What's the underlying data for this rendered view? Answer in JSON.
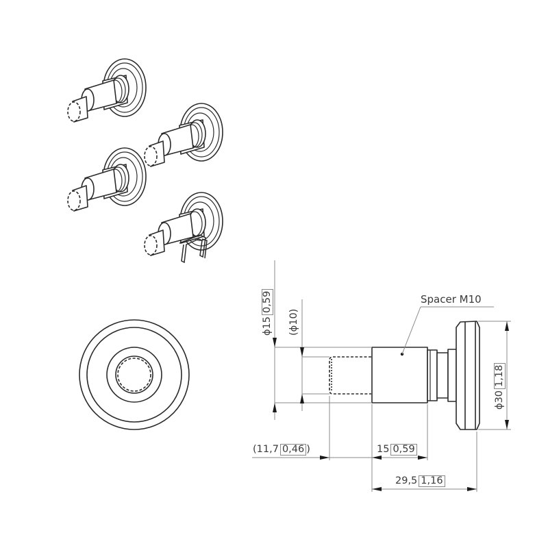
{
  "drawing": {
    "title": "Spacer M10 technical drawing",
    "part_label": "Spacer M10",
    "iso_views_count": 4,
    "dimensions": {
      "d15": {
        "text": "ϕ15",
        "bracket": "0,59",
        "description": "spacer body diameter"
      },
      "d10": {
        "text": "(ϕ10)",
        "description": "reference thread diameter"
      },
      "d30": {
        "text": "ϕ30",
        "bracket": "1,18",
        "description": "flange diameter"
      },
      "len_11_7": {
        "text": "(11,7",
        "bracket": "0,46",
        "suffix": ")",
        "description": "thread stub length (reference)"
      },
      "len_15": {
        "text": "15",
        "bracket": "0,59",
        "description": "spacer body length"
      },
      "len_29_5": {
        "text": "29,5",
        "bracket": "1,16",
        "description": "overall length"
      }
    },
    "colors": {
      "line": "#2a2a2a",
      "dimension_line": "#8a8a8a",
      "text": "#3a3a3a",
      "background": "#ffffff"
    }
  }
}
